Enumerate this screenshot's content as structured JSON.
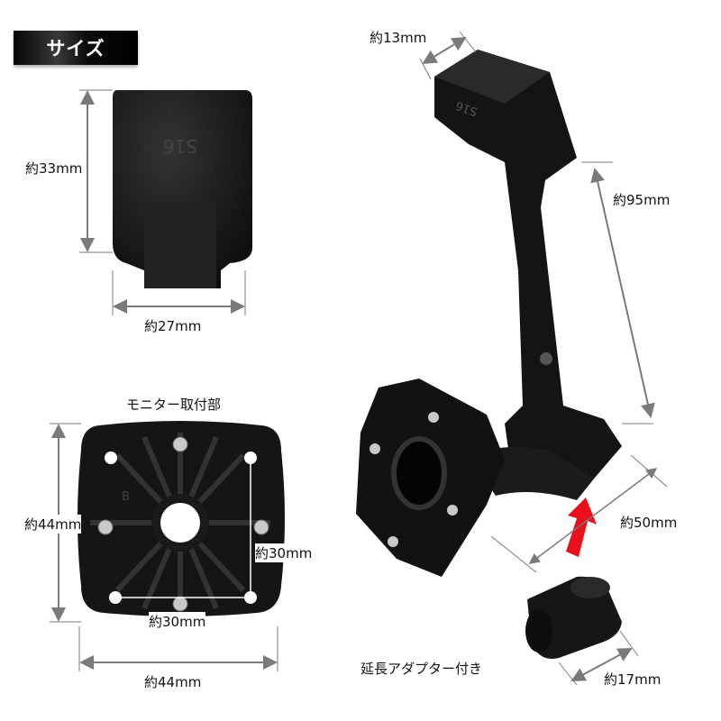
{
  "header": {
    "title": "サイズ"
  },
  "top_view": {
    "height": "約33mm",
    "width": "約27mm",
    "mark": "S16"
  },
  "monitor_mount": {
    "title": "モニター取付部",
    "height": "約44mm",
    "width": "約44mm",
    "hole_spacing_vertical": "約30mm",
    "hole_spacing_horizontal": "約30mm",
    "mark": "B"
  },
  "arm": {
    "tip_width": "約13mm",
    "length": "約95mm",
    "base": "約50mm",
    "mark": "S16"
  },
  "adapter": {
    "label": "延長アダプター付き",
    "size": "約17mm"
  },
  "colors": {
    "product": "#141414",
    "dimension_line": "#7a7a7a",
    "arrow": "#e8101a",
    "badge": "#000000"
  }
}
